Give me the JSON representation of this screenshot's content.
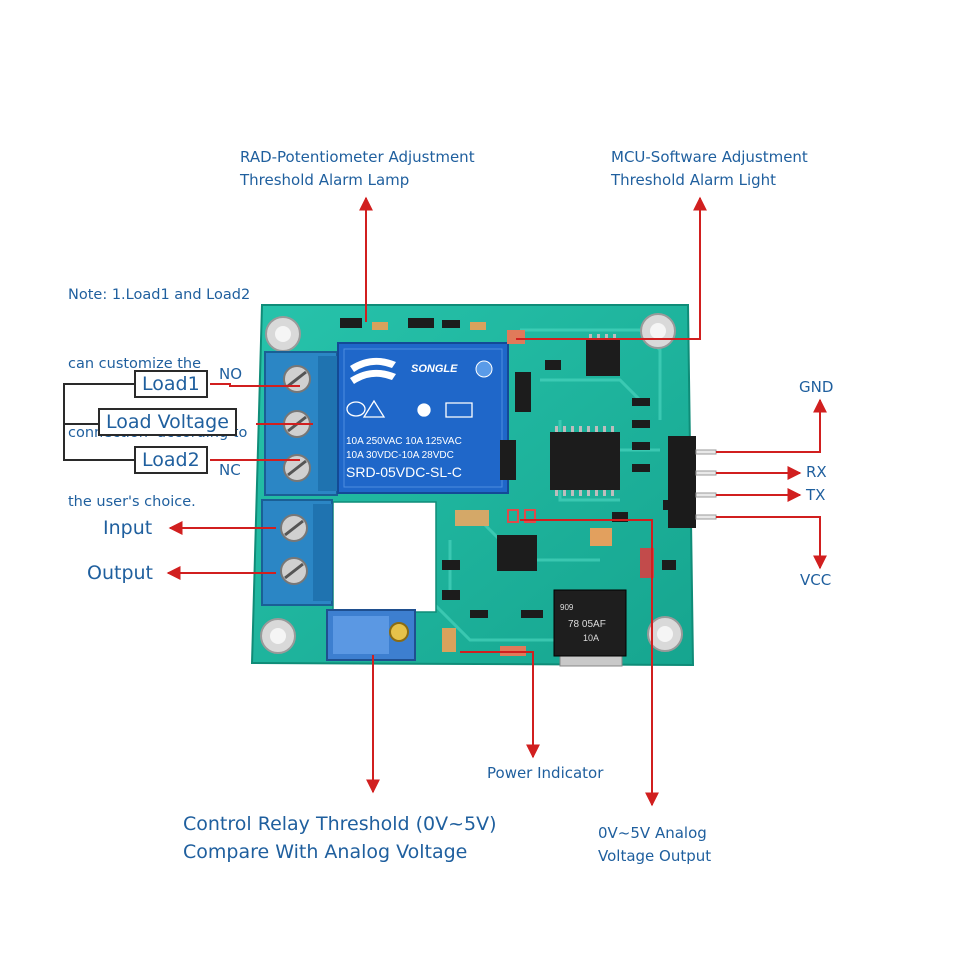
{
  "annotations": {
    "rad_pot": {
      "line1": "RAD-Potentiometer Adjustment",
      "line2": "Threshold Alarm Lamp"
    },
    "mcu_soft": {
      "line1": "MCU-Software Adjustment",
      "line2": "Threshold Alarm Light"
    },
    "note": {
      "line1": "Note: 1.Load1 and Load2",
      "line2": "can customize the",
      "line3": "connection  according to",
      "line4": "the user's choice."
    },
    "no_label": "NO",
    "nc_label": "NC",
    "load1": "Load1",
    "load_voltage": "Load Voltage",
    "load2": "Load2",
    "input": "Input",
    "output": "Output",
    "gnd": "GND",
    "rx": "RX",
    "tx": "TX",
    "vcc": "VCC",
    "power_indicator": "Power Indicator",
    "control_threshold": {
      "line1": "Control Relay Threshold (0V~5V)",
      "line2": "Compare With Analog Voltage"
    },
    "analog_out": {
      "line1": "0V~5V Analog",
      "line2": "Voltage Output"
    }
  },
  "relay": {
    "brand": "SONGLE",
    "rating1": "10A 250VAC  10A 125VAC",
    "rating2": "10A  30VDC-10A  28VDC",
    "model": "SRD-05VDC-SL-C"
  },
  "regulator": {
    "line1": "78 05AF",
    "line2": "10A",
    "code": "909"
  },
  "colors": {
    "arrow": "#d11f1f",
    "label": "#1f5f9e",
    "pcb": "#1fb7a2",
    "relay": "#1f67c9",
    "terminal": "#2b86c5"
  }
}
